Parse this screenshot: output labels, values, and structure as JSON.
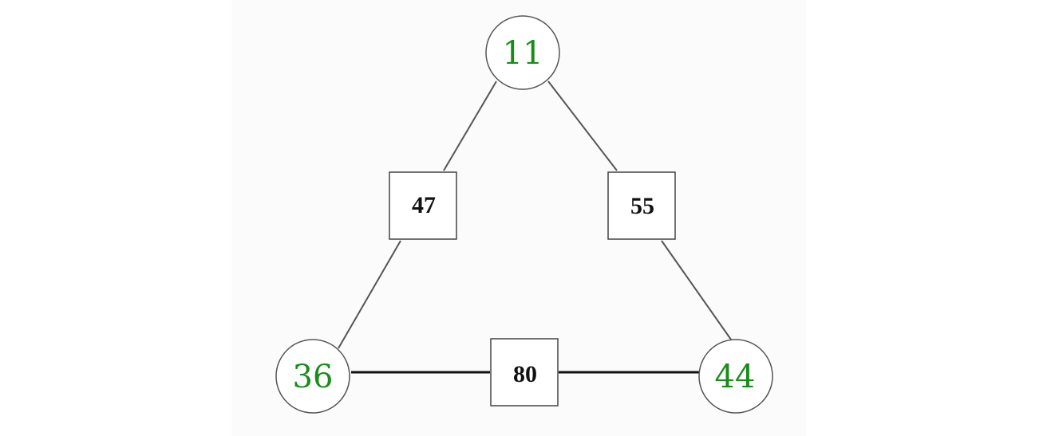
{
  "colors": {
    "circle_text": "#1a8c1a",
    "box_text": "#111111"
  },
  "diagram": {
    "circles": {
      "top": "11",
      "bottom_left": "36",
      "bottom_right": "44"
    },
    "boxes": {
      "left": "47",
      "right": "55",
      "bottom": "80"
    }
  }
}
